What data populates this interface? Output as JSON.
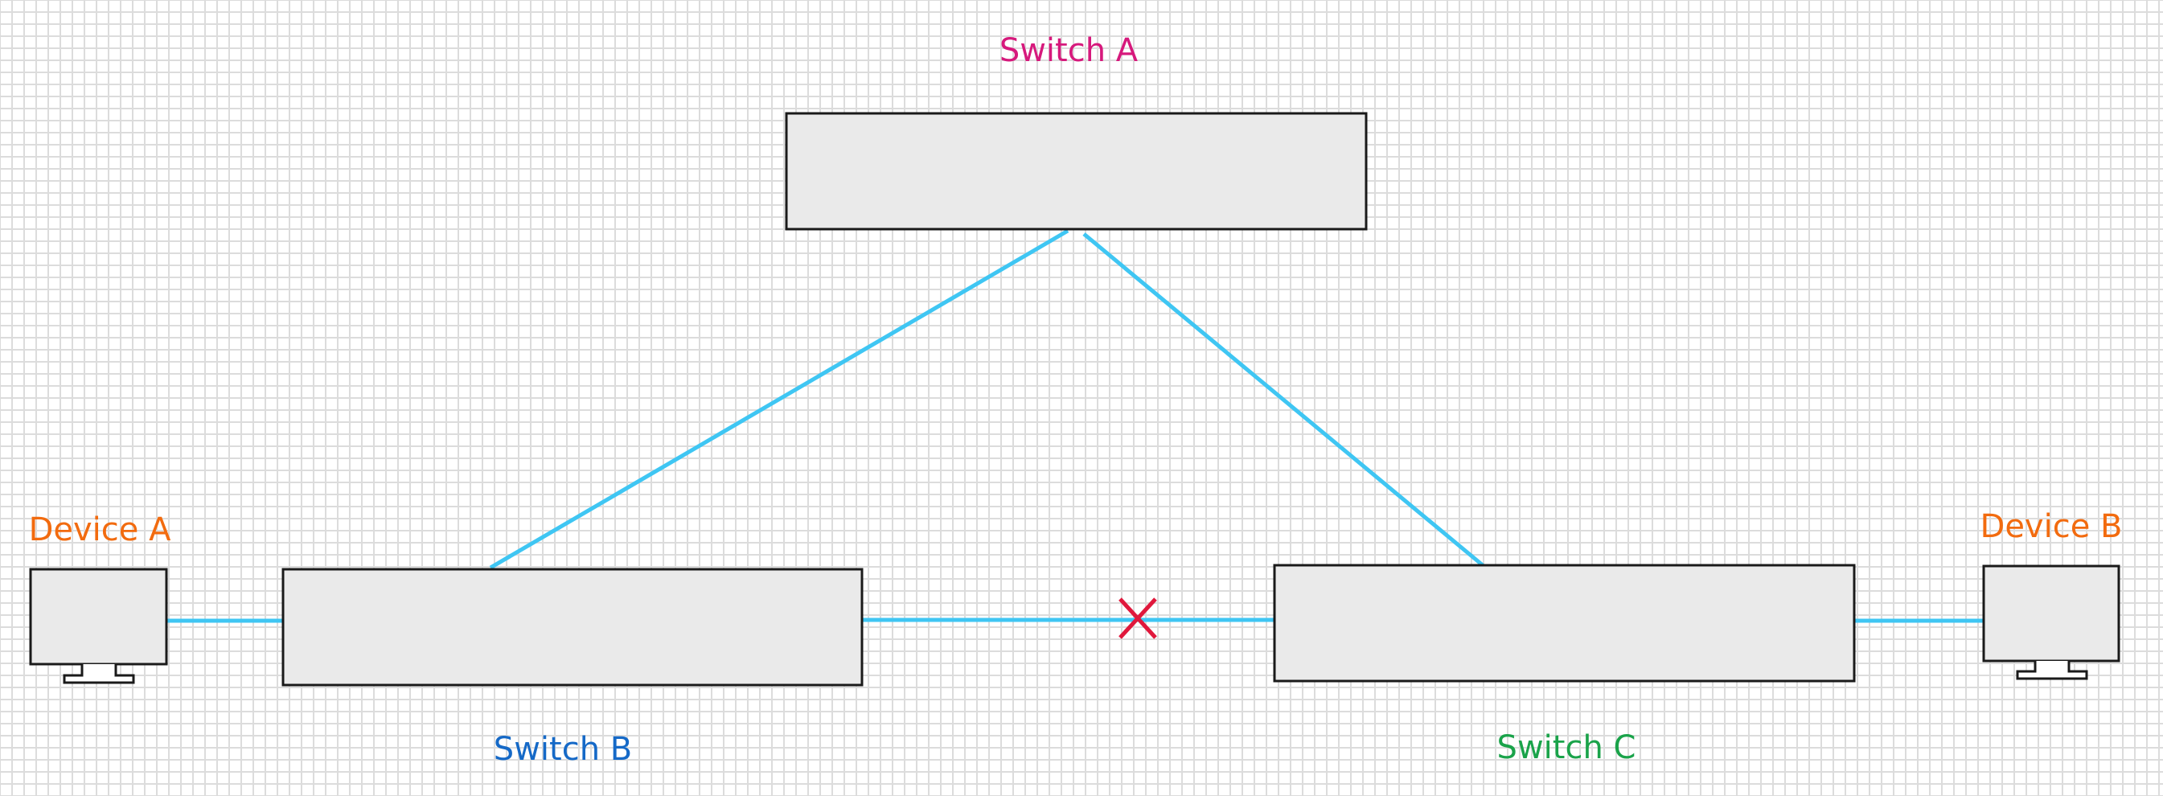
{
  "nodes": {
    "switch_a": {
      "label": "Switch A",
      "color": "#d6197c"
    },
    "switch_b": {
      "label": "Switch B",
      "color": "#1569c7"
    },
    "switch_c": {
      "label": "Switch C",
      "color": "#1aa34a"
    },
    "device_a": {
      "label": "Device A",
      "color": "#f26b0f"
    },
    "device_b": {
      "label": "Device B",
      "color": "#f26b0f"
    }
  },
  "links": [
    {
      "from": "switch_a",
      "to": "switch_b",
      "status": "active"
    },
    {
      "from": "switch_a",
      "to": "switch_c",
      "status": "active"
    },
    {
      "from": "switch_b",
      "to": "switch_c",
      "status": "blocked"
    },
    {
      "from": "device_a",
      "to": "switch_b",
      "status": "active"
    },
    {
      "from": "switch_c",
      "to": "device_b",
      "status": "active"
    }
  ],
  "colors": {
    "link": "#3fc6f3",
    "blocked_marker": "#e0183c",
    "switch_fill": "#eaeaea",
    "grid": "#dcdcdc"
  },
  "icons": {
    "device": "monitor-icon",
    "blocked": "x-mark-icon"
  }
}
